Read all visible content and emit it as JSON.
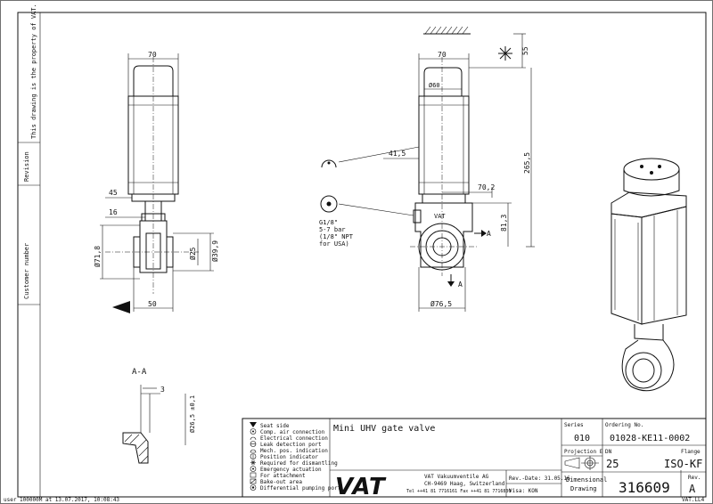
{
  "sidebar": {
    "property_note": "This drawing is the property of VAT.",
    "revision": "Revision",
    "customer_number": "Customer number"
  },
  "footer": {
    "user": "user 100000M at 13.07.2017, 10:08:43",
    "format": "VAT.LL4"
  },
  "views": {
    "front": {
      "width": "70",
      "flange_offset": "45",
      "stem": "16",
      "outer_dia": "Ø71,8",
      "bore": "Ø25",
      "flange_dia": "Ø39,9",
      "length": "50"
    },
    "side": {
      "width": "70",
      "dia60": "Ø60",
      "offset": "41,5",
      "depth": "70,2",
      "height_total": "265,5",
      "height_lower": "81,3",
      "top_offset": "55",
      "dia76": "Ø76,5",
      "section_a": "A",
      "air_label": "G1/8\"\n5-7 bar\n(1/8\" NPT\nfor USA)"
    },
    "section": {
      "title": "A-A",
      "dim3": "3",
      "dia26": "Ø26,5 ±0,1"
    }
  },
  "legend": [
    {
      "icon": "seat-side-icon",
      "text": "Seat side"
    },
    {
      "icon": "air-connection-icon",
      "text": "Comp. air connection"
    },
    {
      "icon": "electrical-connection-icon",
      "text": "Electrical connection"
    },
    {
      "icon": "leak-detection-icon",
      "text": "Leak detection port"
    },
    {
      "icon": "mech-position-icon",
      "text": "Mech. pos. indication"
    },
    {
      "icon": "position-indicator-icon",
      "text": "Position indicator"
    },
    {
      "icon": "dismantling-icon",
      "text": "Required for dismantling"
    },
    {
      "icon": "emergency-actuation-icon",
      "text": "Emergency actuation"
    },
    {
      "icon": "attachment-icon",
      "text": "For attachment"
    },
    {
      "icon": "bake-out-icon",
      "text": "Bake-out area"
    },
    {
      "icon": "pumping-port-icon",
      "text": "Differential pumping port"
    }
  ],
  "title_block": {
    "title": "Mini UHV gate valve",
    "series_label": "Series",
    "series_value": "010",
    "ordering_label": "Ordering No.",
    "ordering_value": "01028-KE11-0002",
    "projection_label": "Projection E",
    "dn_label": "DN",
    "flange_label": "Flange",
    "dn_value": "25",
    "flange_value": "ISO-KF",
    "company_name": "VAT Vakuumventile AG",
    "company_address": "CH-9469 Haag, Switzerland",
    "company_phone": "Tel ++41 81 7716161  Fax ++41 81 7716830",
    "logo_text": "VAT",
    "rev_date": "Rev.-Date: 31.05.16",
    "visa": "Visa: KON",
    "doc_type": "Dimensional\nDrawing",
    "drawing_number": "316609",
    "rev_label": "Rev.",
    "rev_value": "A"
  }
}
